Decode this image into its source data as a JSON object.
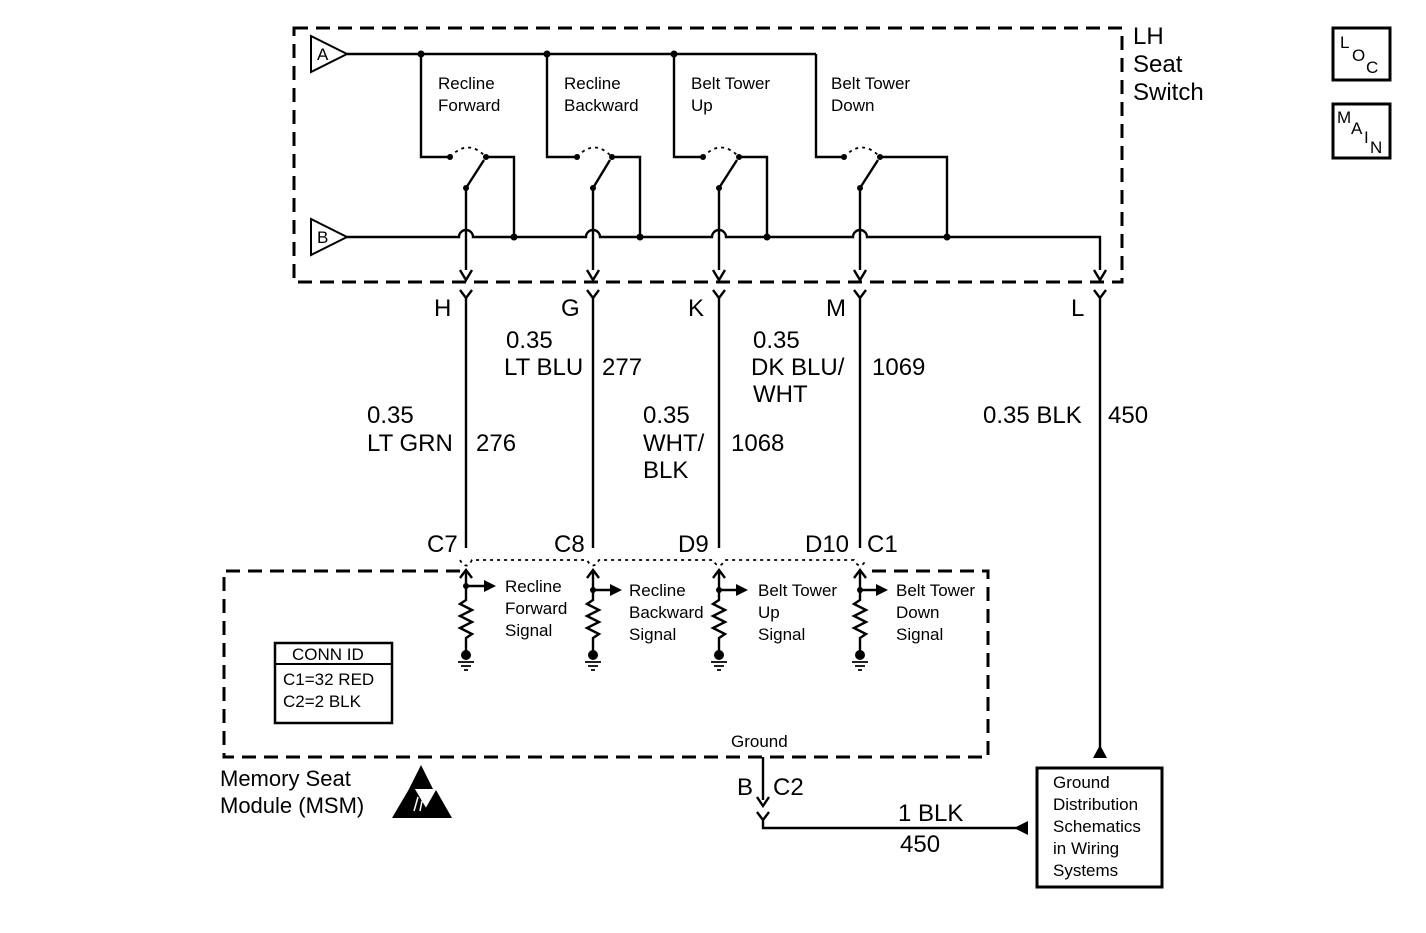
{
  "switch": {
    "title_lines": [
      "LH",
      "Seat",
      "Switch"
    ],
    "inputs": [
      "A",
      "B"
    ],
    "positions": [
      {
        "line1": "Recline",
        "line2": "Forward"
      },
      {
        "line1": "Recline",
        "line2": "Backward"
      },
      {
        "line1": "Belt Tower",
        "line2": "Up"
      },
      {
        "line1": "Belt Tower",
        "line2": "Down"
      }
    ]
  },
  "badges": {
    "loc": [
      "L",
      "O",
      "C"
    ],
    "main": [
      "M",
      "A",
      "I",
      "N"
    ]
  },
  "circuits": [
    {
      "pin": "H",
      "size": "0.35",
      "color_lines": [
        "LT GRN"
      ],
      "number": "276",
      "msm_pin": "C7"
    },
    {
      "pin": "G",
      "size": "0.35",
      "color_lines": [
        "LT BLU"
      ],
      "number": "277",
      "msm_pin": "C8"
    },
    {
      "pin": "K",
      "size": "0.35",
      "color_lines": [
        "WHT/",
        "BLK"
      ],
      "number": "1068",
      "msm_pin": "D9"
    },
    {
      "pin": "M",
      "size": "0.35",
      "color_lines": [
        "DK BLU/",
        "WHT"
      ],
      "number": "1069",
      "msm_pin": "D10"
    }
  ],
  "ground_circuit": {
    "pin": "L",
    "size_color": "0.35 BLK",
    "number": "450"
  },
  "msm_connector_label": "C1",
  "msm": {
    "signals": [
      {
        "line1": "Recline",
        "line2": "Forward",
        "line3": "Signal"
      },
      {
        "line1": "Recline",
        "line2": "Backward",
        "line3": "Signal"
      },
      {
        "line1": "Belt Tower",
        "line2": "Up",
        "line3": "Signal"
      },
      {
        "line1": "Belt Tower",
        "line2": "Down",
        "line3": "Signal"
      }
    ],
    "ground_label": "Ground",
    "ground_pin": "B",
    "ground_connector": "C2",
    "name_lines": [
      "Memory Seat",
      "Module (MSM)"
    ],
    "conn_id": {
      "title": "CONN ID",
      "rows": [
        "C1=32 RED",
        "C2=2 BLK"
      ]
    }
  },
  "ground_wire": {
    "size_color": "1 BLK",
    "number": "450"
  },
  "ground_dist": {
    "lines": [
      "Ground",
      "Distribution",
      "Schematics",
      "in Wiring",
      "Systems"
    ]
  }
}
